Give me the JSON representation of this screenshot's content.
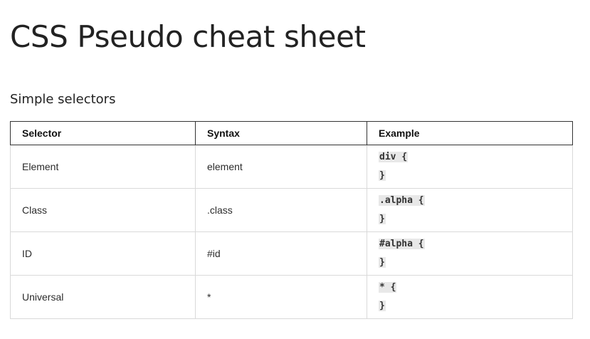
{
  "page": {
    "title": "CSS Pseudo cheat sheet"
  },
  "section": {
    "title": "Simple selectors"
  },
  "table": {
    "headers": [
      "Selector",
      "Syntax",
      "Example"
    ],
    "rows": [
      {
        "selector": "Element",
        "syntax": "element",
        "example_open": "div {",
        "example_close": "}"
      },
      {
        "selector": "Class",
        "syntax": ".class",
        "example_open": ".alpha {",
        "example_close": "}"
      },
      {
        "selector": "ID",
        "syntax": "#id",
        "example_open": "#alpha {",
        "example_close": "}"
      },
      {
        "selector": "Universal",
        "syntax": "*",
        "example_open": "* {",
        "example_close": "}"
      }
    ]
  },
  "colors": {
    "text": "#2b2b2b",
    "header_border": "#333333",
    "cell_border": "#d9d9d9",
    "code_background": "#e8e8e8"
  }
}
